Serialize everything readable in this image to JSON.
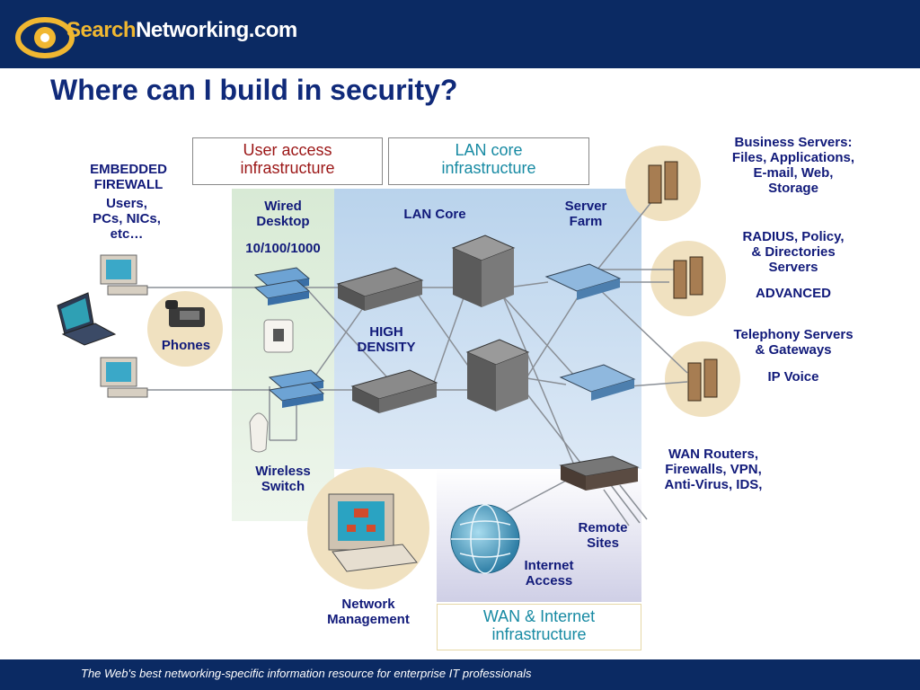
{
  "header": {
    "logo_search": "Search",
    "logo_rest": "Networking.com"
  },
  "title": "Where can I build in security?",
  "footer": "The Web's best networking-specific information resource for enterprise IT professionals",
  "zones": {
    "user_access": "User access\ninfrastructure",
    "lan_core": "LAN core\ninfrastructure",
    "wan": "WAN & Internet\ninfrastructure"
  },
  "labels": {
    "embedded_firewall": "EMBEDDED\nFIREWALL",
    "users": "Users,\nPCs, NICs,\netc…",
    "phones": "Phones",
    "wired_desktop": "Wired\nDesktop",
    "speed": "10/100/1000",
    "lan_core_label": "LAN Core",
    "server_farm": "Server\nFarm",
    "high_density": "HIGH\nDENSITY",
    "wireless_switch": "Wireless\nSwitch",
    "network_management": "Network\nManagement",
    "remote_sites": "Remote\nSites",
    "internet_access": "Internet\nAccess",
    "business_servers": "Business Servers:\nFiles, Applications,\nE-mail,  Web,\nStorage",
    "radius": "RADIUS, Policy,\n& Directories\nServers",
    "advanced": "ADVANCED",
    "telephony": "Telephony Servers\n& Gateways",
    "ip_voice": "IP Voice",
    "wan_routers": "WAN Routers,\nFirewalls, VPN,\nAnti-Virus, IDS,"
  },
  "colors": {
    "navy": "#0b2a63",
    "title": "#102a7a",
    "red_label": "#9b1616",
    "teal_label": "#178aa3",
    "circle_fill": "#f0e1c0",
    "green_zone": "#d8ead5",
    "blue_zone": "#b9d3ec"
  }
}
